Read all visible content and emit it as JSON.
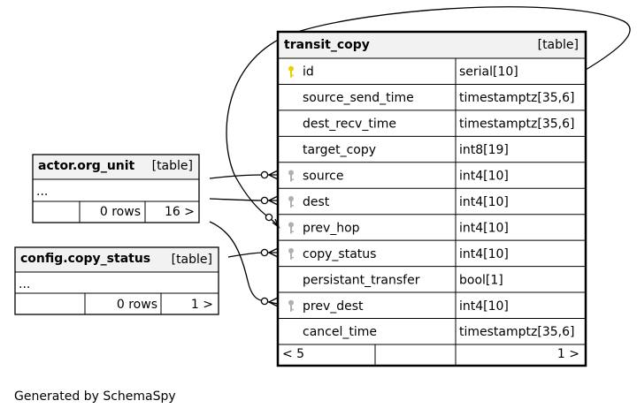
{
  "main_table": {
    "name": "transit_copy",
    "kind": "[table]",
    "columns": [
      {
        "name": "id",
        "type": "serial[10]",
        "key": "primary"
      },
      {
        "name": "source_send_time",
        "type": "timestamptz[35,6]",
        "key": ""
      },
      {
        "name": "dest_recv_time",
        "type": "timestamptz[35,6]",
        "key": ""
      },
      {
        "name": "target_copy",
        "type": "int8[19]",
        "key": ""
      },
      {
        "name": "source",
        "type": "int4[10]",
        "key": "foreign"
      },
      {
        "name": "dest",
        "type": "int4[10]",
        "key": "foreign"
      },
      {
        "name": "prev_hop",
        "type": "int4[10]",
        "key": "foreign"
      },
      {
        "name": "copy_status",
        "type": "int4[10]",
        "key": "foreign"
      },
      {
        "name": "persistant_transfer",
        "type": "bool[1]",
        "key": ""
      },
      {
        "name": "prev_dest",
        "type": "int4[10]",
        "key": "foreign"
      },
      {
        "name": "cancel_time",
        "type": "timestamptz[35,6]",
        "key": ""
      }
    ],
    "footer_left": "< 5",
    "footer_right": "1 >"
  },
  "org_unit_table": {
    "name": "actor.org_unit",
    "kind": "[table]",
    "ellipsis": "...",
    "rows": "0 rows",
    "children": "16 >"
  },
  "copy_status_table": {
    "name": "config.copy_status",
    "kind": "[table]",
    "ellipsis": "...",
    "rows": "0 rows",
    "children": "1 >"
  },
  "footer": "Generated by SchemaSpy",
  "colors": {
    "header_bg": "#f2f2f2",
    "primary_key": "#e6d200",
    "foreign_key": "#b0b0b0",
    "border": "#000000"
  }
}
